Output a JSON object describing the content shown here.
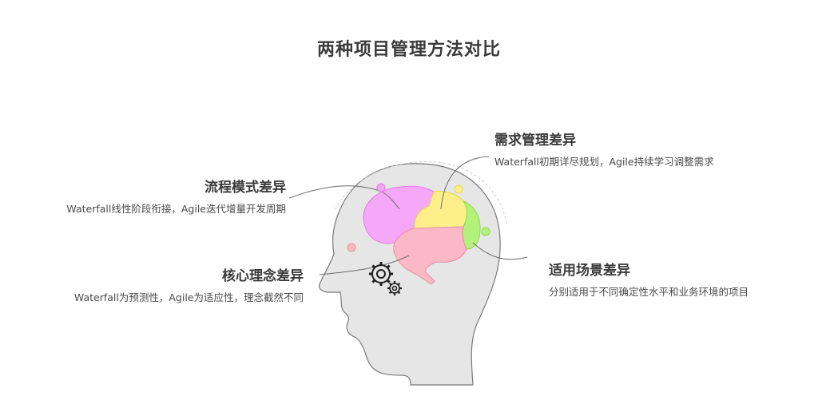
{
  "title": "两种项目管理方法对比",
  "items": [
    {
      "id": "process",
      "title": "流程模式差异",
      "desc": "Waterfall线性阶段衔接，Agile迭代增量开发周期",
      "color": "#f6a8f8"
    },
    {
      "id": "concept",
      "title": "核心理念差异",
      "desc": "Waterfall为预测性，Agile为适应性，理念截然不同",
      "color": "#f5a3c7"
    },
    {
      "id": "demand",
      "title": "需求管理差异",
      "desc": "Waterfall初期详尽规划，Agile持续学习调整需求",
      "color": "#fdf08a"
    },
    {
      "id": "scene",
      "title": "适用场景差异",
      "desc": "分别适用于不同确定性水平和业务环境的项目",
      "color": "#b3f27a"
    }
  ],
  "icons": {
    "head": "head-silhouette-icon",
    "brain": "brain-icon",
    "gears": "gears-icon"
  }
}
